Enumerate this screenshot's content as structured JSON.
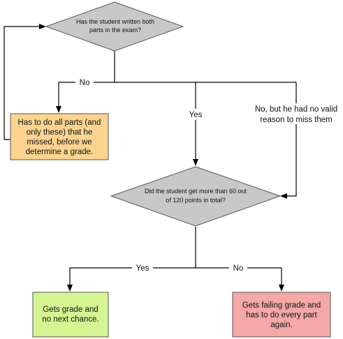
{
  "colors": {
    "decision_fill": "#c8c8c8",
    "box_orange_fill": "#fbd490",
    "box_green_fill": "#d4f592",
    "box_red_fill": "#f5a8a8",
    "line": "#000000"
  },
  "nodes": {
    "decision_both_parts": {
      "lines": [
        "Has the student written both",
        "parts in the exam?"
      ]
    },
    "box_do_missing_parts": {
      "lines": [
        "Has to do all parts (and",
        "only these) that he",
        "missed, before we",
        "determine a grade."
      ]
    },
    "decision_points": {
      "lines": [
        "Did the student get more than 60 out",
        "of 120 points in total?"
      ]
    },
    "box_grade_no_chance": {
      "lines": [
        "Gets grade and",
        "no next chance."
      ]
    },
    "box_failing_grade": {
      "lines": [
        "Gets failing grade and",
        "has to do every part",
        "again."
      ]
    }
  },
  "edges": {
    "no_to_missing": {
      "lines": [
        "No"
      ]
    },
    "yes_to_points": {
      "lines": [
        "Yes"
      ]
    },
    "no_valid_reason": {
      "lines": [
        "No, but he had no valid",
        "reason to miss them"
      ]
    },
    "points_yes": {
      "lines": [
        "Yes"
      ]
    },
    "points_no": {
      "lines": [
        "No"
      ]
    }
  }
}
